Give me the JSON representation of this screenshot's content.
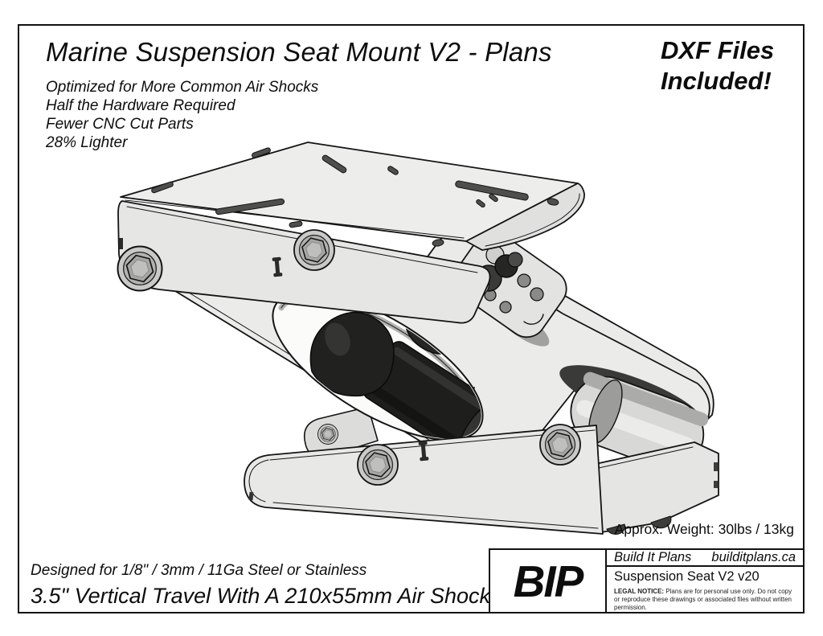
{
  "page": {
    "background": "#ffffff",
    "border_color": "#111111"
  },
  "header": {
    "title": "Marine Suspension Seat Mount V2 - Plans",
    "features": [
      "Optimized for More Common Air Shocks",
      "Half the Hardware Required",
      "Fewer CNC Cut Parts",
      "28% Lighter"
    ],
    "badge_line1": "DXF Files",
    "badge_line2": "Included!"
  },
  "drawing": {
    "description": "Isometric CAD render of a scissor-style marine suspension seat mount with air shock",
    "metal_color": "#ebebe9",
    "shade_color": "#d8d8d6",
    "shock_color": "#1e1e1d",
    "outline_color": "#141414"
  },
  "notes": {
    "weight": "Approx. Weight: 30lbs / 13kg"
  },
  "specs": {
    "line1": "Designed for 1/8\" / 3mm / 11Ga Steel or Stainless",
    "line2": "3.5\" Vertical Travel With A 210x55mm Air Shock"
  },
  "title_block": {
    "logo": "BIP",
    "company": "Build It Plans",
    "website": "builditplans.ca",
    "document": "Suspension Seat V2 v20",
    "legal_label": "LEGAL NOTICE:",
    "legal_text": " Plans are for personal use only. Do not copy or reproduce these drawings or associated files without written permission."
  }
}
